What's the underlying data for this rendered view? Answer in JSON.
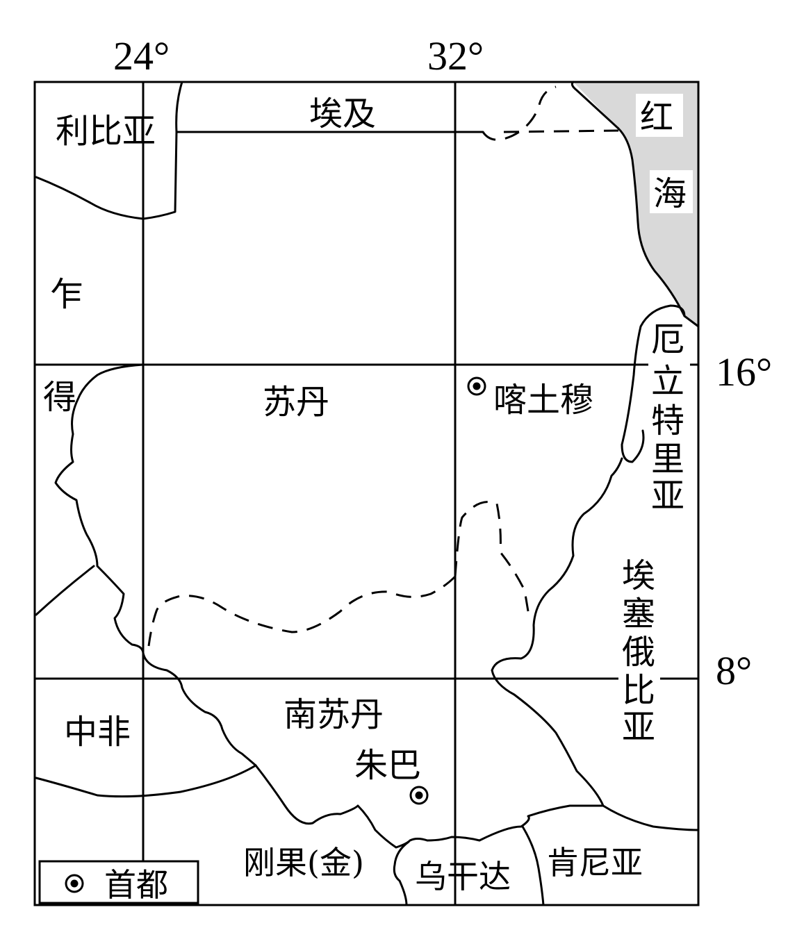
{
  "map": {
    "longitude_labels": [
      "24°",
      "32°"
    ],
    "latitude_labels": [
      "16°",
      "8°"
    ],
    "regions": {
      "libya": "利比亚",
      "egypt": "埃及",
      "red_sea_1": "红",
      "red_sea_2": "海",
      "chad_1": "乍",
      "chad_2": "得",
      "sudan": "苏丹",
      "eritrea": [
        "厄",
        "立",
        "特",
        "里",
        "亚"
      ],
      "ethiopia": [
        "埃",
        "塞",
        "俄",
        "比",
        "亚"
      ],
      "central_africa": "中非",
      "south_sudan": "南苏丹",
      "drc": "刚果(金)",
      "uganda": "乌干达",
      "kenya": "肯尼亚"
    },
    "cities": {
      "khartoum": "喀土穆",
      "juba": "朱巴"
    },
    "legend": {
      "capital": "首都"
    },
    "colors": {
      "sea": "#d9d9d9",
      "line": "#000000"
    }
  }
}
